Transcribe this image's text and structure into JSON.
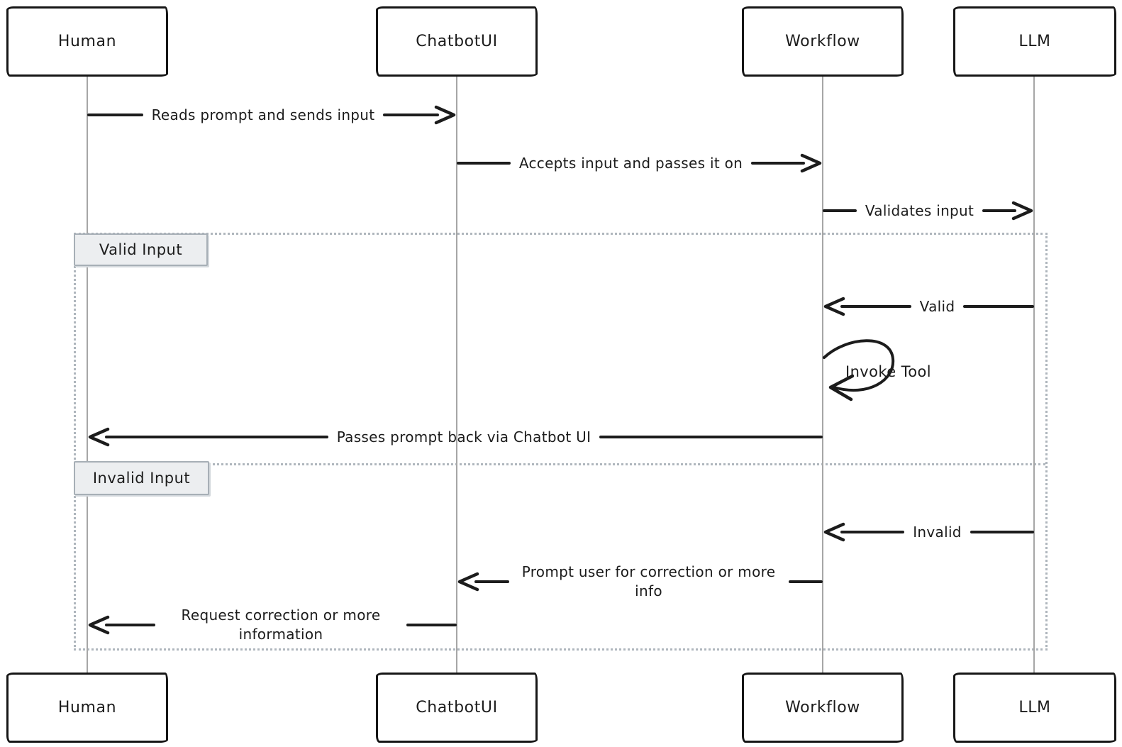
{
  "diagram": {
    "type": "sequence",
    "style": "hand-drawn",
    "colors": {
      "ink": "#1c1c1c",
      "lifeline": "#a6a6a6",
      "frame_border": "#afb6bd",
      "section_label_bg": "#eceef0",
      "section_label_border": "#a7afb6",
      "background": "#ffffff"
    },
    "actors": [
      {
        "id": "human",
        "label": "Human"
      },
      {
        "id": "chatbotui",
        "label": "ChatbotUI"
      },
      {
        "id": "workflow",
        "label": "Workflow"
      },
      {
        "id": "llm",
        "label": "LLM"
      }
    ],
    "messages": [
      {
        "from": "Human",
        "to": "ChatbotUI",
        "label": "Reads prompt and sends input"
      },
      {
        "from": "ChatbotUI",
        "to": "Workflow",
        "label": "Accepts input and passes it on"
      },
      {
        "from": "Workflow",
        "to": "LLM",
        "label": "Validates input"
      },
      {
        "from": "LLM",
        "to": "Workflow",
        "label": "Valid",
        "section": "Valid Input"
      },
      {
        "from": "Workflow",
        "to": "Workflow",
        "label": "Invoke Tool",
        "self": true,
        "section": "Valid Input"
      },
      {
        "from": "Workflow",
        "to": "Human",
        "label": "Passes prompt back via Chatbot UI",
        "section": "Valid Input"
      },
      {
        "from": "LLM",
        "to": "Workflow",
        "label": "Invalid",
        "section": "Invalid Input"
      },
      {
        "from": "Workflow",
        "to": "ChatbotUI",
        "label": "Prompt user for correction or more info",
        "section": "Invalid Input"
      },
      {
        "from": "ChatbotUI",
        "to": "Human",
        "label": "Request correction or more information",
        "section": "Invalid Input"
      }
    ],
    "alt_frame": {
      "sections": [
        {
          "label": "Valid Input"
        },
        {
          "label": "Invalid Input"
        }
      ]
    }
  }
}
